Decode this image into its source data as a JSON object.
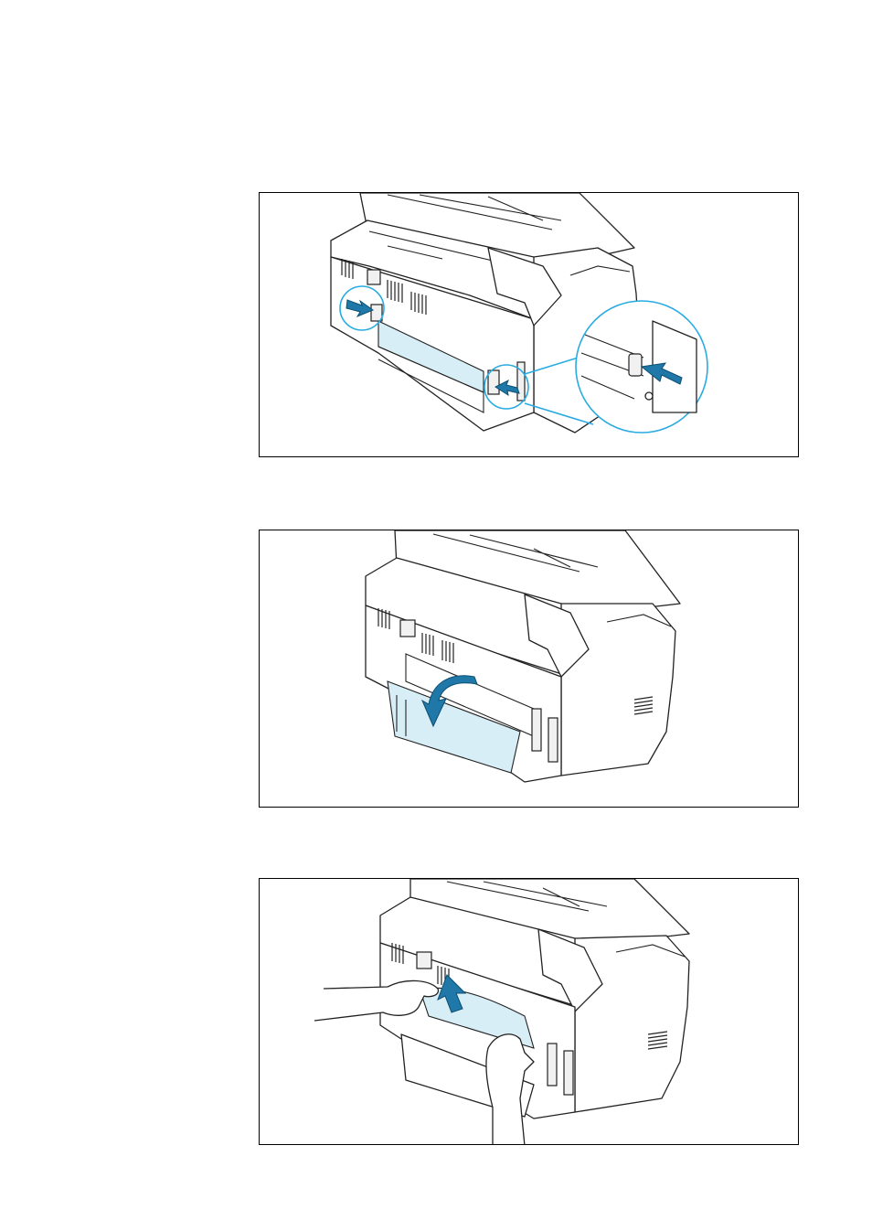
{
  "page": {
    "background": "#ffffff",
    "accent_color": "#29abe2",
    "arrow_color": "#1f78a8"
  },
  "figures": [
    {
      "id": "figure-1",
      "icons": [
        "printer-rear-illustration",
        "release-lever-zoom-icon",
        "push-arrow-icon",
        "push-arrow-icon",
        "push-arrow-icon"
      ]
    },
    {
      "id": "figure-2",
      "icons": [
        "printer-rear-illustration",
        "rear-cover-open-arrow-icon"
      ]
    },
    {
      "id": "figure-3",
      "icons": [
        "printer-rear-illustration",
        "hands-icon",
        "pull-paper-arrow-icon"
      ]
    }
  ]
}
